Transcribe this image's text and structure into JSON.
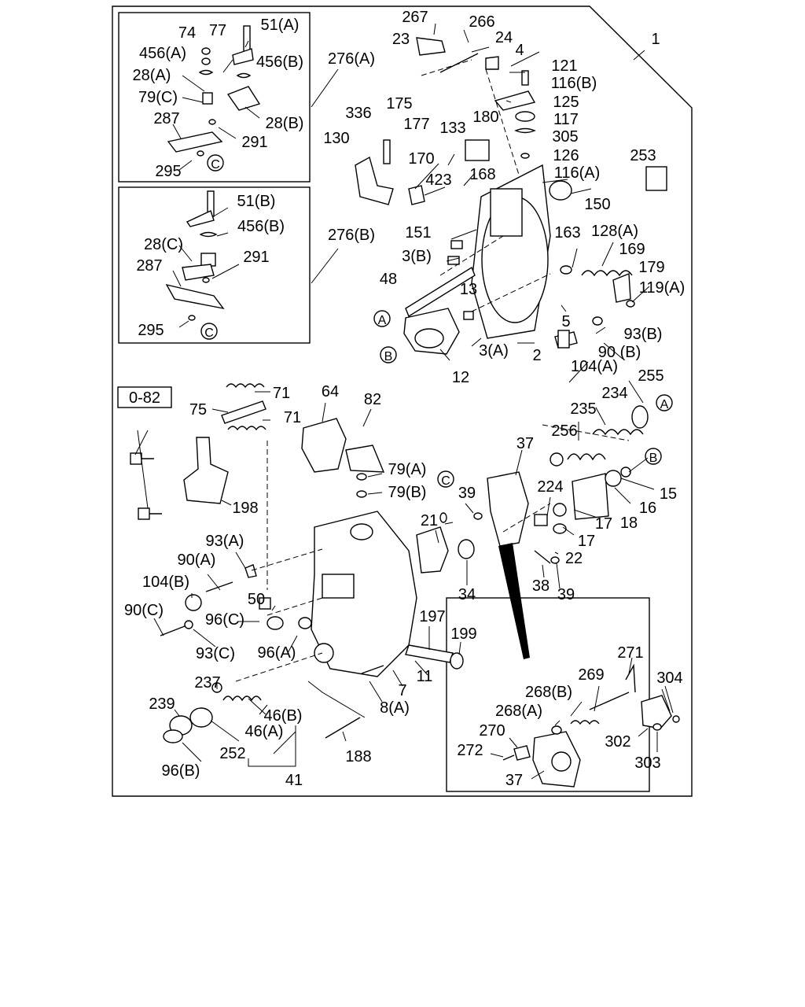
{
  "labels": {
    "l1": "1",
    "l2": "2",
    "l3A": "3(A)",
    "l3B": "3(B)",
    "l4": "4",
    "l5": "5",
    "l7": "7",
    "l8A": "8(A)",
    "l11": "11",
    "l12": "12",
    "l13": "13",
    "l15": "15",
    "l16": "16",
    "l17a": "17",
    "l17b": "17",
    "l18": "18",
    "l21": "21",
    "l22": "22",
    "l23": "23",
    "l24": "24",
    "l28A": "28(A)",
    "l28B": "28(B)",
    "l28C": "28(C)",
    "l34": "34",
    "l37a": "37",
    "l37b": "37",
    "l38": "38",
    "l39a": "39",
    "l39b": "39",
    "l41": "41",
    "l46A": "46(A)",
    "l46B": "46(B)",
    "l48": "48",
    "l50": "50",
    "l51A": "51(A)",
    "l51B": "51(B)",
    "l64": "64",
    "l71a": "71",
    "l71b": "71",
    "l74": "74",
    "l75": "75",
    "l77": "77",
    "l79A": "79(A)",
    "l79B": "79(B)",
    "l79C": "79(C)",
    "l82": "82",
    "l90A": "90(A)",
    "l90B": "90 (B)",
    "l90C": "90(C)",
    "l93A": "93(A)",
    "l93B": "93(B)",
    "l93C": "93(C)",
    "l96A": "96(A)",
    "l96B": "96(B)",
    "l96C": "96(C)",
    "l104A": "104(A)",
    "l104B": "104(B)",
    "l116A": "116(A)",
    "l116B": "116(B)",
    "l117": "117",
    "l119A": "119(A)",
    "l121": "121",
    "l125": "125",
    "l126": "126",
    "l128A": "128(A)",
    "l130": "130",
    "l133": "133",
    "l150": "150",
    "l151": "151",
    "l163": "163",
    "l168": "168",
    "l169": "169",
    "l170": "170",
    "l175": "175",
    "l177": "177",
    "l179": "179",
    "l180": "180",
    "l188": "188",
    "l197": "197",
    "l198": "198",
    "l199": "199",
    "l224": "224",
    "l234": "234",
    "l235": "235",
    "l237": "237",
    "l239": "239",
    "l252": "252",
    "l253": "253",
    "l255": "255",
    "l256": "256",
    "l266": "266",
    "l267": "267",
    "l268A": "268(A)",
    "l268B": "268(B)",
    "l269": "269",
    "l270": "270",
    "l271": "271",
    "l272": "272",
    "l276A": "276(A)",
    "l276B": "276(B)",
    "l287a": "287",
    "l287b": "287",
    "l291a": "291",
    "l291b": "291",
    "l295a": "295",
    "l295b": "295",
    "l302": "302",
    "l303": "303",
    "l304": "304",
    "l305": "305",
    "l336": "336",
    "l423": "423",
    "l456Aa": "456(A)",
    "l456Ba": "456(B)",
    "l456Bb": "456(B)",
    "ref082": "0-82"
  },
  "markers": {
    "A": "A",
    "B": "B",
    "C": "C"
  }
}
